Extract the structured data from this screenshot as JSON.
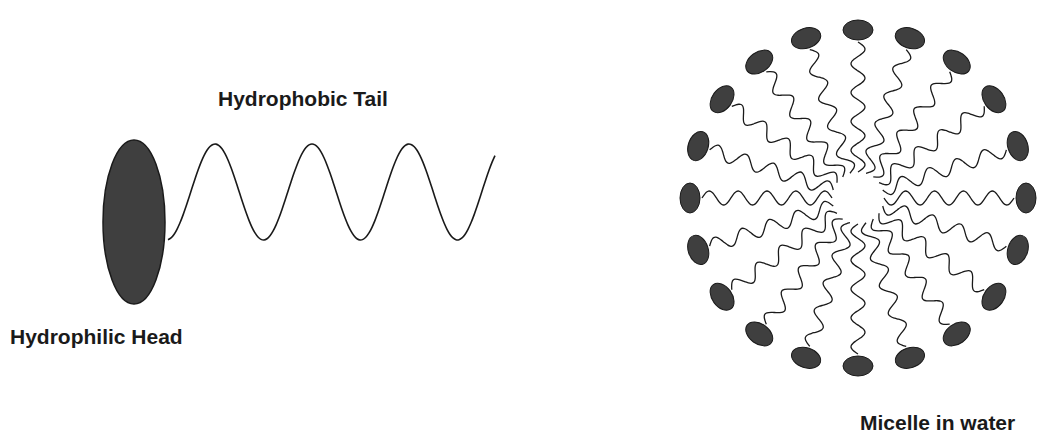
{
  "diagram": {
    "labels": [
      "Hydrophobic Tail",
      "Hydrophilic Head",
      "Micelle in water"
    ]
  }
}
